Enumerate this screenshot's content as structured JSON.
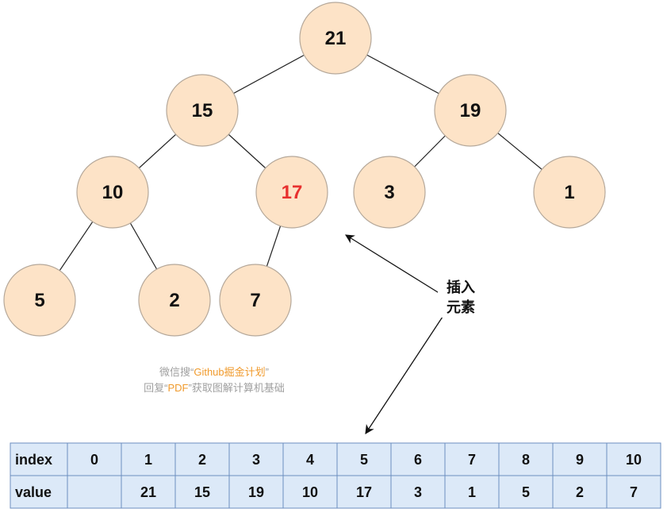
{
  "tree": {
    "nodes": [
      {
        "id": "n0",
        "label": "21",
        "highlight": false
      },
      {
        "id": "n1",
        "label": "15",
        "highlight": false
      },
      {
        "id": "n2",
        "label": "19",
        "highlight": false
      },
      {
        "id": "n3",
        "label": "10",
        "highlight": false
      },
      {
        "id": "n4",
        "label": "17",
        "highlight": true
      },
      {
        "id": "n5",
        "label": "3",
        "highlight": false
      },
      {
        "id": "n6",
        "label": "1",
        "highlight": false
      },
      {
        "id": "n7",
        "label": "5",
        "highlight": false
      },
      {
        "id": "n8",
        "label": "2",
        "highlight": false
      },
      {
        "id": "n9",
        "label": "7",
        "highlight": false
      }
    ],
    "edges": [
      [
        "n0",
        "n1"
      ],
      [
        "n0",
        "n2"
      ],
      [
        "n1",
        "n3"
      ],
      [
        "n1",
        "n4"
      ],
      [
        "n2",
        "n5"
      ],
      [
        "n2",
        "n6"
      ],
      [
        "n3",
        "n7"
      ],
      [
        "n3",
        "n8"
      ],
      [
        "n4",
        "n9"
      ]
    ]
  },
  "annotation": {
    "line1": "插入",
    "line2": "元素"
  },
  "watermark": {
    "line1_prefix": "微信搜“",
    "line1_accent": "Github掘金计划",
    "line1_suffix": "”",
    "line2_prefix": "回复“",
    "line2_accent": "PDF",
    "line2_suffix": "”获取图解计算机基础"
  },
  "table": {
    "index_header": "index",
    "value_header": "value",
    "index_row": [
      "0",
      "1",
      "2",
      "3",
      "4",
      "5",
      "6",
      "7",
      "8",
      "9",
      "10"
    ],
    "value_row": [
      "",
      "21",
      "15",
      "19",
      "10",
      "17",
      "3",
      "1",
      "5",
      "2",
      "7"
    ],
    "highlight_index": 5
  },
  "colors": {
    "node_fill": "#fde3c7",
    "node_stroke": "#b5a89a",
    "highlight_text": "#e8312f",
    "table_fill": "#dce9f8",
    "table_stroke": "#6c8ebf",
    "watermark_accent": "#f09a2c"
  }
}
